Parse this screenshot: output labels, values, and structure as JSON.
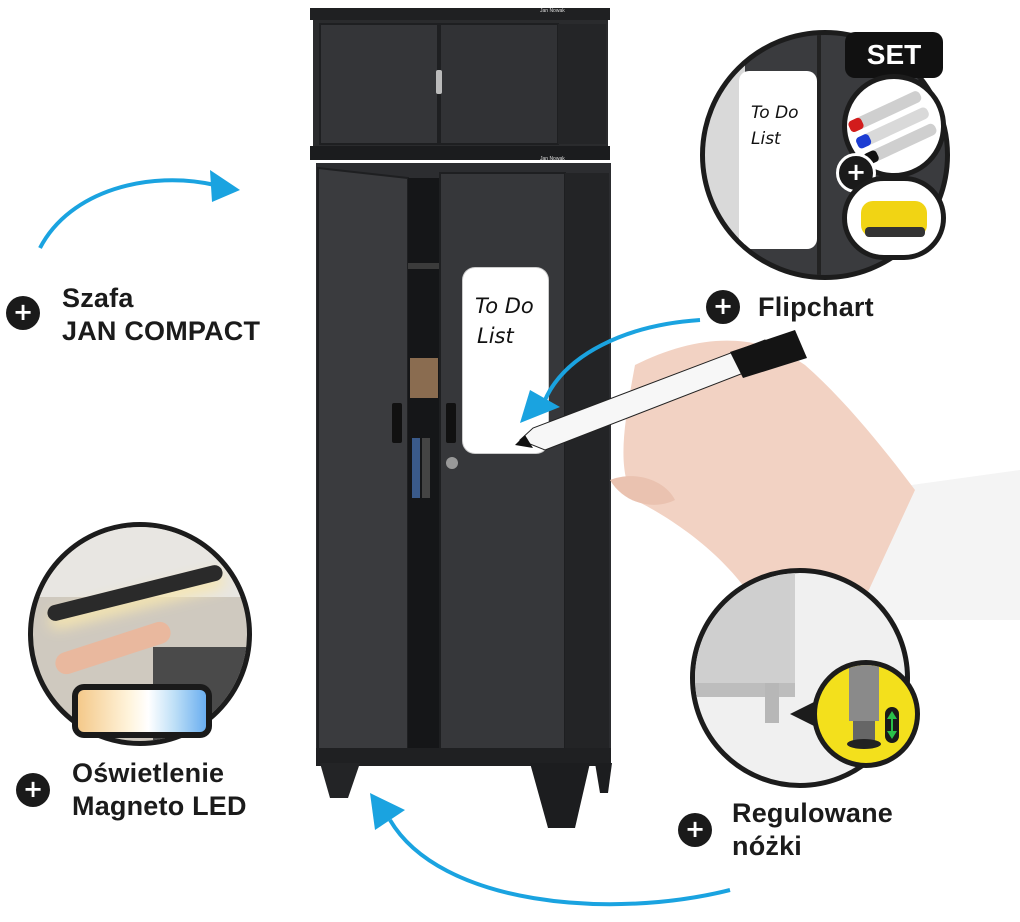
{
  "features": {
    "wardrobe": {
      "line1": "Szafa",
      "line2": "JAN COMPACT"
    },
    "flipchart": {
      "label": "Flipchart"
    },
    "lighting": {
      "line1": "Oświetlenie",
      "line2": "Magneto LED"
    },
    "legs": {
      "line1": "Regulowane",
      "line2": "nóżki"
    }
  },
  "set_badge": "SET",
  "whiteboard": {
    "line1": "To Do",
    "line2": "List"
  },
  "plus_symbol": "+",
  "brand_plate": "Jan Nowak",
  "colors": {
    "arrow": "#1aa3e0",
    "cabinet": "#2b2c2e",
    "legs_badge": "#f3e01c",
    "label": "#1b1b1b"
  },
  "icons": [
    "plus-icon",
    "arrow-icon",
    "marker-pen-icon",
    "sponge-icon",
    "adjust-arrows-icon",
    "led-light-bar-icon"
  ]
}
